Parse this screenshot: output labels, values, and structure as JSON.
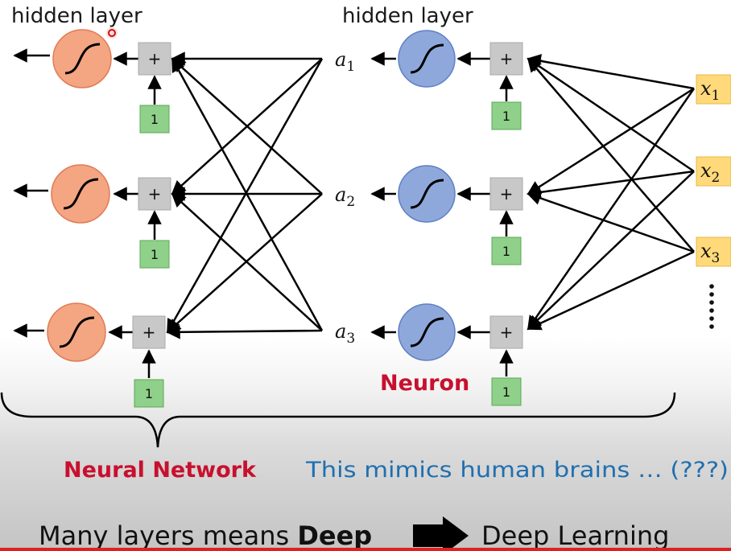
{
  "headings": {
    "left": "hidden layer",
    "right": "hidden layer"
  },
  "plus_symbol": "+",
  "bias_value": "1",
  "activations": [
    {
      "base": "a",
      "sub": "1"
    },
    {
      "base": "a",
      "sub": "2"
    },
    {
      "base": "a",
      "sub": "3"
    }
  ],
  "inputs": [
    {
      "base": "x",
      "sub": "1"
    },
    {
      "base": "x",
      "sub": "2"
    },
    {
      "base": "x",
      "sub": "3"
    }
  ],
  "ellipsis": "⋮⋮",
  "labels": {
    "neuron": "Neuron",
    "neural_network": "Neural Network",
    "mimic_note": "This mimics human brains … (???)"
  },
  "bottom_line": {
    "part1": "Many layers means ",
    "bold": "Deep",
    "part2": "Deep Learning"
  },
  "colors": {
    "left_neuron_fill": "#f4a582",
    "left_neuron_stroke": "#e07b57",
    "right_neuron_fill": "#8fa8dc",
    "right_neuron_stroke": "#5f7fc4",
    "sum_box": "#c8c8c8",
    "bias_box": "#8fd08a",
    "input_box": "#ffd97a",
    "neuron_label": "#c8102e",
    "note": "#1f6fb0",
    "bottom_rule": "#e02020"
  }
}
